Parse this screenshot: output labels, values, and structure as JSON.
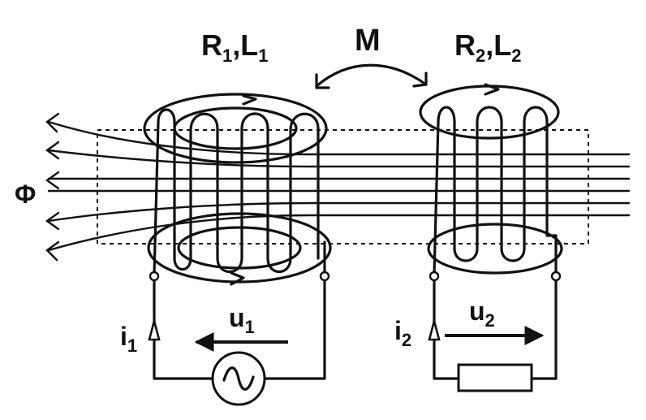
{
  "labels": {
    "coil1_main": "R",
    "coil1_sub1": "1",
    "coil1_sep": ",L",
    "coil1_sub2": "1",
    "mutual": "M",
    "coil2_main": "R",
    "coil2_sub1": "2",
    "coil2_sep": ",L",
    "coil2_sub2": "2",
    "flux": "Φ",
    "current1": "i",
    "current1_sub": "1",
    "voltage1": "u",
    "voltage1_sub": "1",
    "current2": "i",
    "current2_sub": "2",
    "voltage2": "u",
    "voltage2_sub": "2"
  },
  "icons": {
    "source": "ac-source-icon",
    "load": "resistor-icon"
  },
  "colors": {
    "ink": "#111111",
    "background": "#ffffff"
  }
}
